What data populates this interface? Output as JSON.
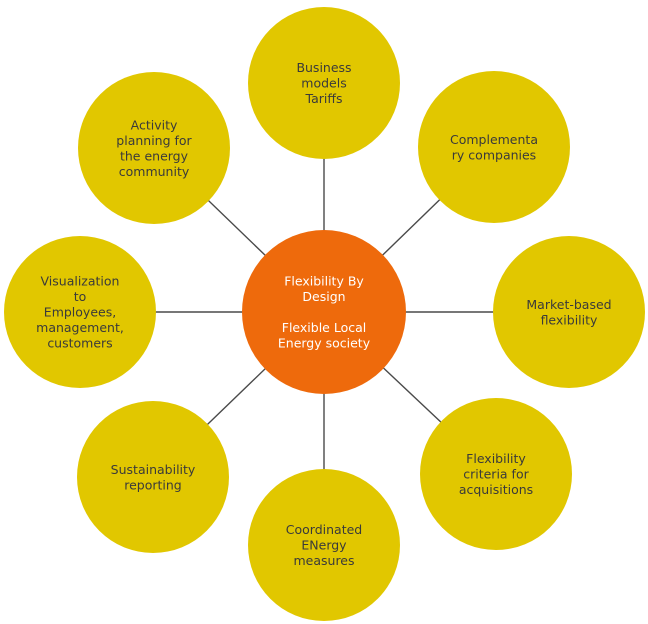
{
  "colors": {
    "background": "#ffffff",
    "center_fill": "#ee6a0c",
    "center_text": "#ffffff",
    "node_fill": "#e1c700",
    "node_text": "#3a3a3a",
    "spoke": "#4a4a4a"
  },
  "center": {
    "lines": [
      "Flexibility By",
      "Design",
      "",
      "Flexible Local",
      "Energy society"
    ]
  },
  "nodes": [
    {
      "id": "business-models",
      "lines": [
        "Business",
        "models",
        "Tariffs"
      ]
    },
    {
      "id": "complementary-companies",
      "lines": [
        "Complementa",
        "ry companies"
      ]
    },
    {
      "id": "market-based-flexibility",
      "lines": [
        "Market-based",
        "flexibility"
      ]
    },
    {
      "id": "flexibility-criteria",
      "lines": [
        "Flexibility",
        "criteria for",
        "acquisitions"
      ]
    },
    {
      "id": "coordinated-energy-measures",
      "lines": [
        "Coordinated",
        "ENergy",
        "measures"
      ]
    },
    {
      "id": "sustainability-reporting",
      "lines": [
        "Sustainability",
        "reporting"
      ]
    },
    {
      "id": "visualization",
      "lines": [
        "Visualization",
        "to",
        "Employees,",
        "management,",
        "customers"
      ]
    },
    {
      "id": "activity-planning",
      "lines": [
        "Activity",
        "planning for",
        "the energy",
        "community"
      ]
    }
  ]
}
